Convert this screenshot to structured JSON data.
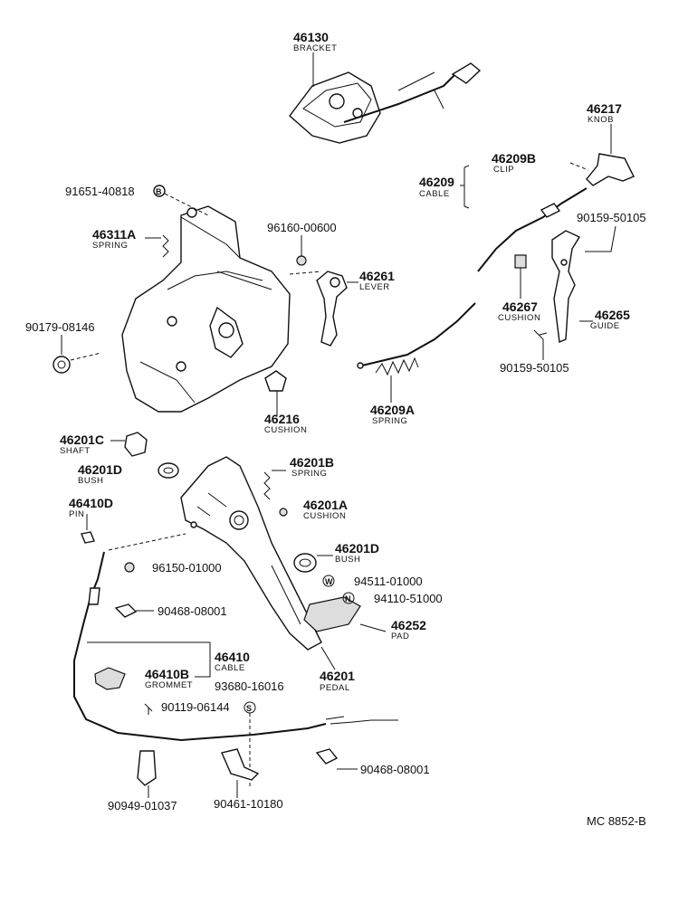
{
  "diagram_id": "MC 8852-B",
  "parts": [
    {
      "number": "46130",
      "name": "BRACKET"
    },
    {
      "number": "46217",
      "name": "KNOB"
    },
    {
      "number": "46209B",
      "name": "CLIP"
    },
    {
      "number": "46209",
      "name": "CABLE"
    },
    {
      "number": "91651-40818",
      "name": "",
      "symbol": "B"
    },
    {
      "number": "96160-00600",
      "name": ""
    },
    {
      "number": "46311A",
      "name": "SPRING"
    },
    {
      "number": "90159-50105",
      "name": ""
    },
    {
      "number": "46261",
      "name": "LEVER"
    },
    {
      "number": "46267",
      "name": "CUSHION"
    },
    {
      "number": "46265",
      "name": "GUIDE"
    },
    {
      "number": "90179-08146",
      "name": ""
    },
    {
      "number": "90159-50105",
      "name": ""
    },
    {
      "number": "46209A",
      "name": "SPRING"
    },
    {
      "number": "46216",
      "name": "CUSHION"
    },
    {
      "number": "46201C",
      "name": "SHAFT"
    },
    {
      "number": "46201B",
      "name": "SPRING"
    },
    {
      "number": "46201D",
      "name": "BUSH"
    },
    {
      "number": "46201A",
      "name": "CUSHION"
    },
    {
      "number": "46410D",
      "name": "PIN"
    },
    {
      "number": "46201D",
      "name": "BUSH"
    },
    {
      "number": "96150-01000",
      "name": ""
    },
    {
      "number": "94511-01000",
      "name": "",
      "symbol": "W"
    },
    {
      "number": "94110-51000",
      "name": "",
      "symbol": "N"
    },
    {
      "number": "90468-08001",
      "name": ""
    },
    {
      "number": "46252",
      "name": "PAD"
    },
    {
      "number": "46410",
      "name": "CABLE"
    },
    {
      "number": "46410B",
      "name": "GROMMET"
    },
    {
      "number": "46201",
      "name": "PEDAL"
    },
    {
      "number": "93680-16016",
      "name": "",
      "symbol": "S"
    },
    {
      "number": "90119-06144",
      "name": ""
    },
    {
      "number": "90468-08001",
      "name": ""
    },
    {
      "number": "90949-01037",
      "name": ""
    },
    {
      "number": "90461-10180",
      "name": ""
    }
  ]
}
